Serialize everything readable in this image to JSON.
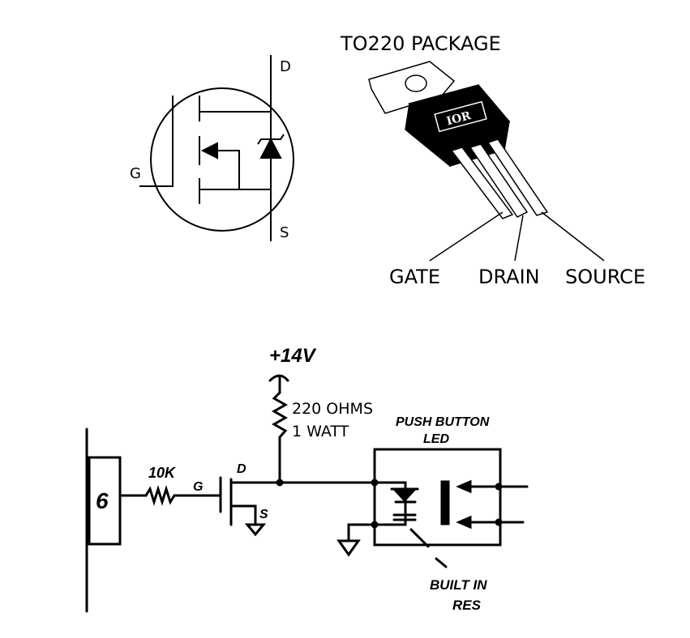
{
  "symbol": {
    "drain": "D",
    "source": "S",
    "gate": "G"
  },
  "package": {
    "title": "TO220 PACKAGE",
    "logo": "IOR",
    "pins": [
      "GATE",
      "DRAIN",
      "SOURCE"
    ]
  },
  "schematic": {
    "supply": "+14V",
    "resistor_value": "220 OHMS",
    "resistor_power": "1 WATT",
    "gate_resistor": "10K",
    "pin_number": "6",
    "gate": "G",
    "drain": "D",
    "source": "S",
    "led_label_1": "PUSH BUTTON",
    "led_label_2": "LED",
    "res_note_1": "BUILT IN",
    "res_note_2": "RES"
  },
  "colors": {
    "ink": "#000000",
    "background": "#ffffff"
  }
}
